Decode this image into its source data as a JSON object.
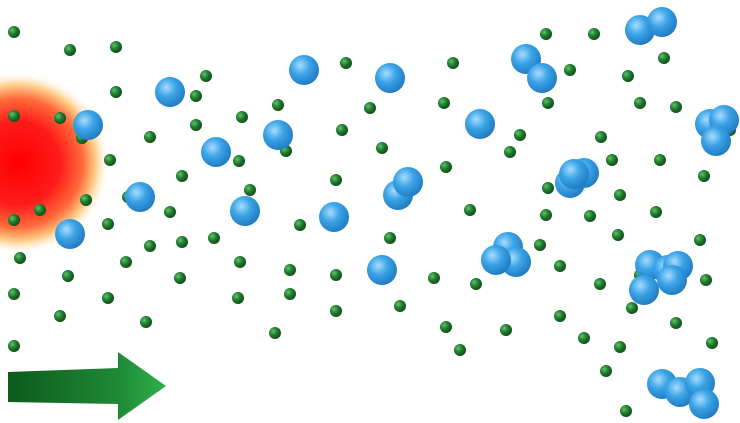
{
  "colors": {
    "background": "#ffffff",
    "source_core": "#ff1a1a",
    "source_glow": "#ffe8b0",
    "small_particle": "#1f7a2e",
    "small_particle_highlight": "#5fc46a",
    "large_particle": "#3aa3e6",
    "large_particle_highlight": "#a8dcff",
    "arrow_dark": "#0d5a1e",
    "arrow_light": "#2fb04a"
  },
  "icons": {
    "source": "red-glowing-sphere",
    "small_particle": "green-dot",
    "large_particle": "blue-sphere",
    "arrow": "right-arrow"
  },
  "counts": {
    "small_particles": 98,
    "large_particles": 36
  }
}
